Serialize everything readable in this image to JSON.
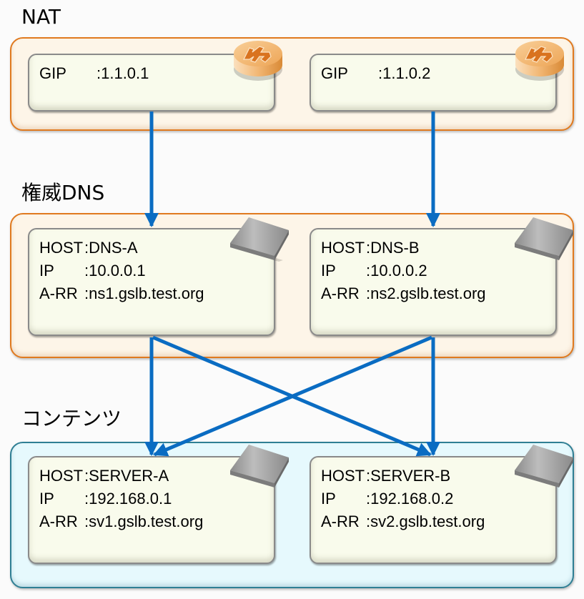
{
  "diagram": {
    "colors": {
      "arrow": "#0a6cc2",
      "nat_border": "#e07a1f",
      "nat_fill": "#fdf5e8",
      "content_border": "#2f7f94",
      "content_fill": "#e6f9fd",
      "node_fill": "#f9fbec"
    },
    "sections": {
      "nat": {
        "label": "NAT",
        "icon": "router-icon",
        "nodes": [
          {
            "rows": [
              {
                "key": "GIP",
                "value": ":1.1.0.1"
              }
            ]
          },
          {
            "rows": [
              {
                "key": "GIP",
                "value": ":1.1.0.2"
              }
            ]
          }
        ]
      },
      "dns": {
        "label": "権威DNS",
        "icon": "server-icon",
        "nodes": [
          {
            "rows": [
              {
                "key": "HOST",
                "value": ":DNS-A"
              },
              {
                "key": "IP",
                "value": ":10.0.0.1"
              },
              {
                "key": "A-RR",
                "value": ":ns1.gslb.test.org"
              }
            ]
          },
          {
            "rows": [
              {
                "key": "HOST",
                "value": ":DNS-B"
              },
              {
                "key": "IP",
                "value": ":10.0.0.2"
              },
              {
                "key": "A-RR",
                "value": ":ns2.gslb.test.org"
              }
            ]
          }
        ]
      },
      "contents": {
        "label": "コンテンツ",
        "icon": "server-icon",
        "nodes": [
          {
            "rows": [
              {
                "key": "HOST",
                "value": ":SERVER-A"
              },
              {
                "key": "IP",
                "value": ":192.168.0.1"
              },
              {
                "key": "A-RR",
                "value": ":sv1.gslb.test.org"
              }
            ]
          },
          {
            "rows": [
              {
                "key": "HOST",
                "value": ":SERVER-B"
              },
              {
                "key": "IP",
                "value": ":192.168.0.2"
              },
              {
                "key": "A-RR",
                "value": ":sv2.gslb.test.org"
              }
            ]
          }
        ]
      }
    },
    "connections": [
      {
        "from": "nat-node-1",
        "to": "dns-node-a"
      },
      {
        "from": "nat-node-2",
        "to": "dns-node-b"
      },
      {
        "from": "dns-node-a",
        "to": "server-node-a"
      },
      {
        "from": "dns-node-a",
        "to": "server-node-b"
      },
      {
        "from": "dns-node-b",
        "to": "server-node-a"
      },
      {
        "from": "dns-node-b",
        "to": "server-node-b"
      }
    ]
  }
}
